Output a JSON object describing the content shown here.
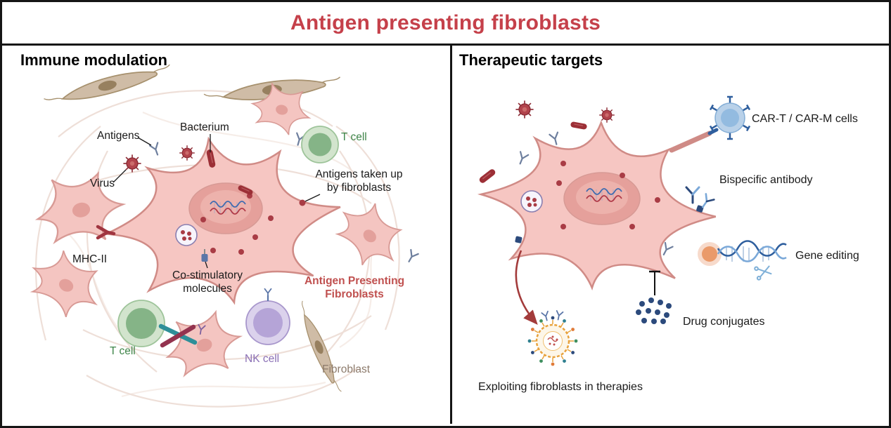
{
  "title": "Antigen presenting fibroblasts",
  "panels": {
    "left": {
      "heading": "Immune modulation",
      "labels": {
        "antigens": "Antigens",
        "bacterium": "Bacterium",
        "virus": "Virus",
        "t_cell_top": "T cell",
        "antigens_taken_up": "Antigens taken up\nby fibroblasts",
        "mhc": "MHC-II",
        "co_stimulatory": "Co-stimulatory\nmolecules",
        "apf": "Antigen Presenting\nFibroblasts",
        "t_cell_bottom": "T cell",
        "nk_cell": "NK cell",
        "fibroblast": "Fibroblast"
      }
    },
    "right": {
      "heading": "Therapeutic targets",
      "labels": {
        "car_cells": "CAR-T / CAR-M cells",
        "bispecific": "Bispecific antibody",
        "gene_editing": "Gene editing",
        "drug_conjugates": "Drug conjugates",
        "exploiting": "Exploiting fibroblasts in therapies"
      }
    }
  },
  "colors": {
    "title_red": "#c5404a",
    "apf_label_red": "#c0504f",
    "t_cell_green": "#3f8549",
    "nk_purple": "#8a6fb5",
    "fibroblast_tan": "#8d7b6c",
    "cell_pink": "#f6c6c2",
    "cell_outline": "#d08b86",
    "therapy_navy": "#2c4a7c"
  }
}
